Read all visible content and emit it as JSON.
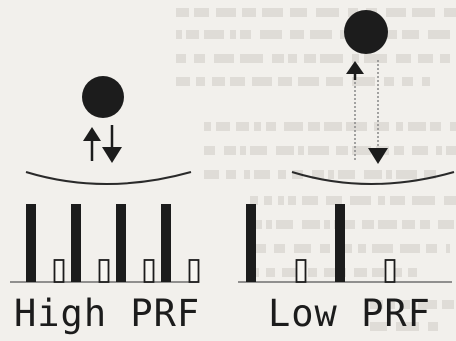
{
  "diagram": {
    "panels": [
      {
        "label": "High PRF",
        "pulse_sequence": [
          "emitted",
          "echo",
          "emitted",
          "echo",
          "emitted",
          "echo",
          "emitted",
          "echo"
        ]
      },
      {
        "label": "Low PRF",
        "pulse_sequence": [
          "emitted",
          "echo",
          "emitted",
          "echo"
        ]
      }
    ],
    "colors": {
      "ink": "#1c1c1c",
      "paper": "#f2f0ec",
      "faded_text": "#cfccc6"
    },
    "icons": [
      "reflector-ball",
      "transducer-face",
      "up-arrow",
      "down-arrow"
    ]
  }
}
